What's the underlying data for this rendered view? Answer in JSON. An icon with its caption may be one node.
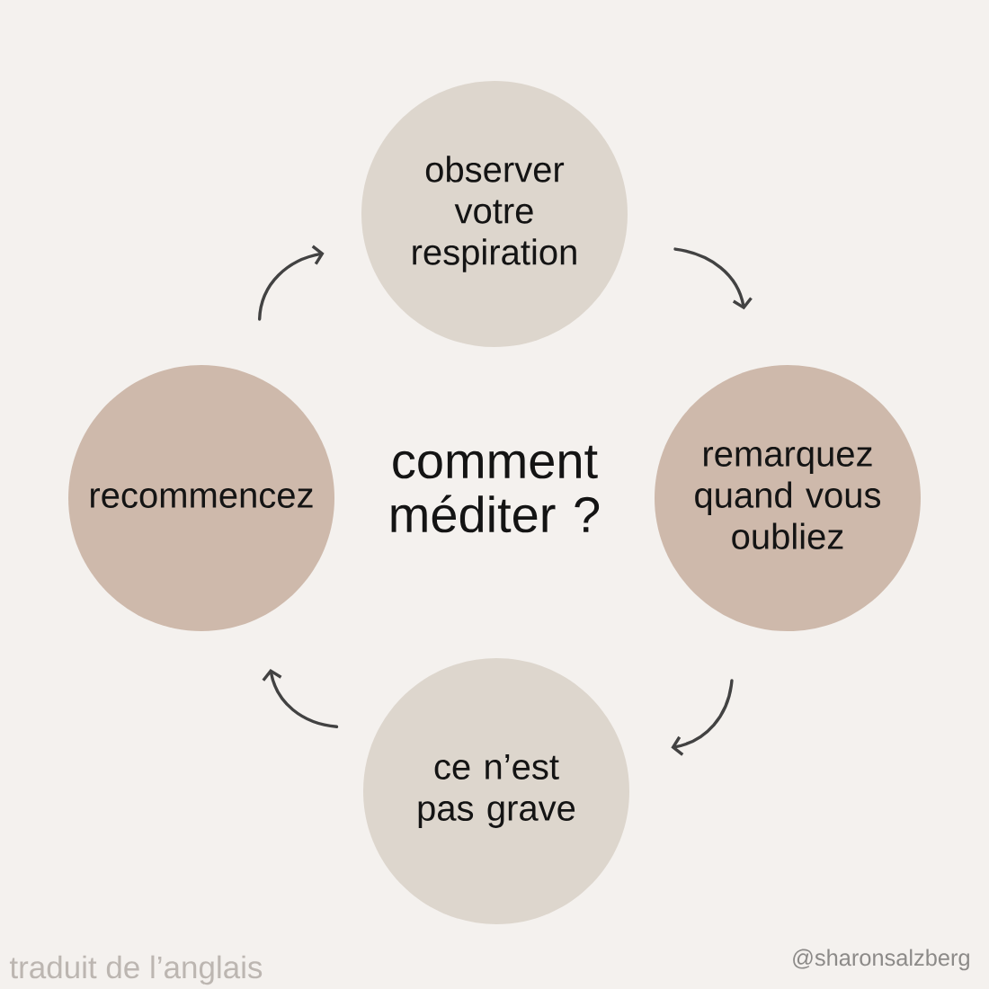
{
  "diagram": {
    "title": "comment méditer ?",
    "nodes": [
      {
        "text": [
          "observer votre respiration"
        ]
      },
      {
        "text": [
          "remarquez quand vous oubliez"
        ]
      },
      {
        "text": [
          "ce n’est pas grave"
        ]
      },
      {
        "text": [
          "recommencez"
        ]
      }
    ],
    "edges": [
      {
        "from": 0,
        "to": 1,
        "arrow": "to"
      },
      {
        "from": 1,
        "to": 2,
        "arrow": "to"
      },
      {
        "from": 2,
        "to": 3,
        "arrow": "to"
      },
      {
        "from": 3,
        "to": 0,
        "arrow": "to"
      }
    ],
    "labels": [
      "traduit de l’anglais",
      "@sharonsalzberg"
    ]
  }
}
